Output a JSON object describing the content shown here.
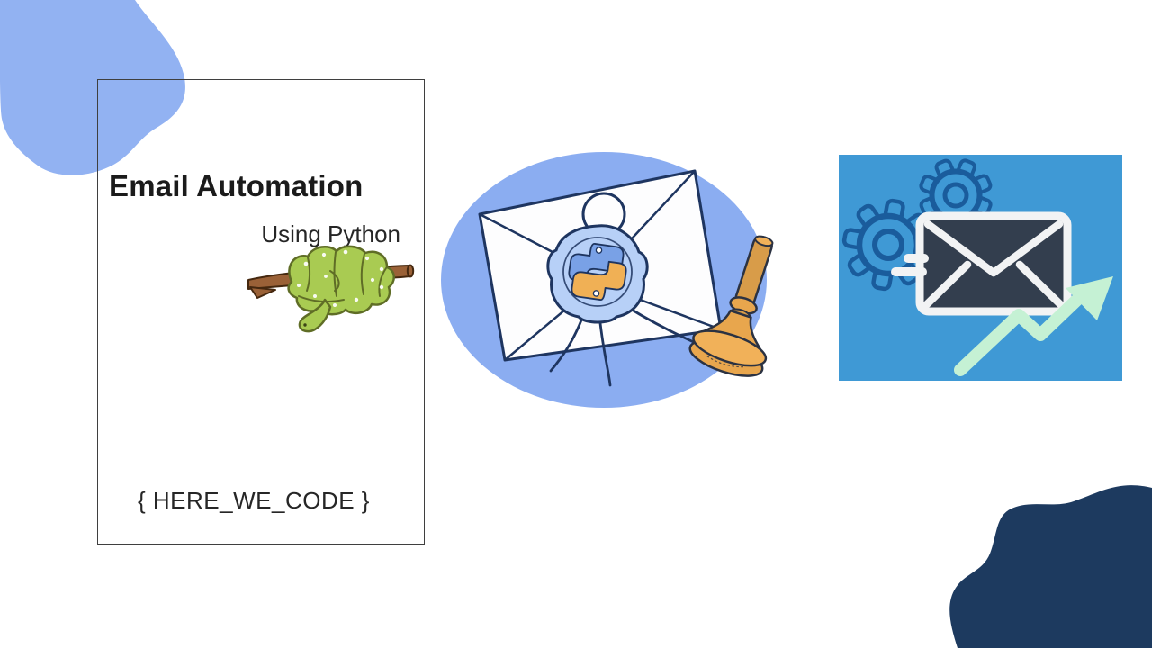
{
  "card": {
    "title": "Email Automation",
    "subtitle": "Using Python",
    "footer_code": "{ HERE_WE_CODE }"
  },
  "illustrations": {
    "top_left": "blue-blob-decoration",
    "bottom_right": "navy-blob-decoration",
    "snake": "green-python-snake-on-branch",
    "center": "envelope-with-python-wax-seal-and-stamp",
    "right": "automated-email-with-gears-speed-lines-and-growth-arrow"
  },
  "colors": {
    "blob_blue": "#92b2f2",
    "ellipse_blue": "#8badf1",
    "navy_blob": "#1d3a5f",
    "panel_blue": "#3f99d5",
    "gear_outline": "#1a5c9c",
    "envelope_dark": "#333e4e",
    "envelope_white": "#f2f3f4",
    "mint": "#c5f1d4",
    "ink_outline": "#1e3560",
    "seal_blue": "#b7d0f7",
    "logo_blue": "#79a1e6",
    "logo_yellow": "#f0b055",
    "stamp_tan": "#e8a64d",
    "stamp_tan_light": "#f1b159",
    "stamp_tan_dark": "#d89c49",
    "stamp_outline": "#2b3242",
    "snake_green": "#a9cb52",
    "snake_outline": "#5f6d26",
    "branch_brown": "#9a6137",
    "branch_outline": "#45280f",
    "card_border": "#3f3f3f",
    "title_ink": "#1b1b1b",
    "text_ink": "#262626",
    "paper_white": "#fdfdfe"
  }
}
